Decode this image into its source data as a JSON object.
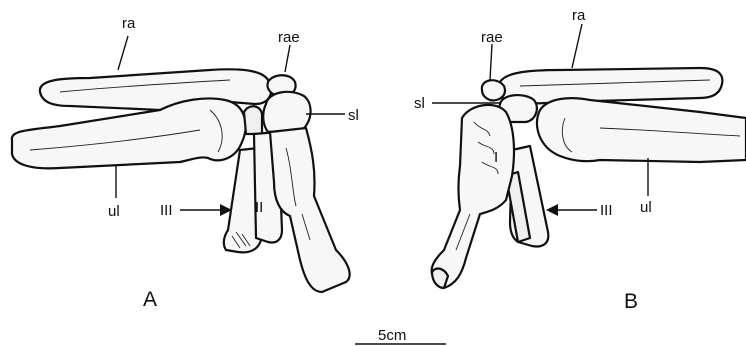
{
  "labels": {
    "ra_a": "ra",
    "rae_a": "rae",
    "sl_a": "sl",
    "ul_a": "ul",
    "iii_a": "III",
    "ii_a": "II",
    "view_a": "A",
    "ra_b": "ra",
    "rae_b": "rae",
    "sl_b": "sl",
    "ul_b": "ul",
    "iii_b": "III",
    "i_b": "I",
    "view_b": "B"
  },
  "scale_bar": {
    "label": "5cm"
  },
  "colors": {
    "ink": "#111111",
    "paper": "#ffffff",
    "bone_fill": "#f7f7f7"
  }
}
